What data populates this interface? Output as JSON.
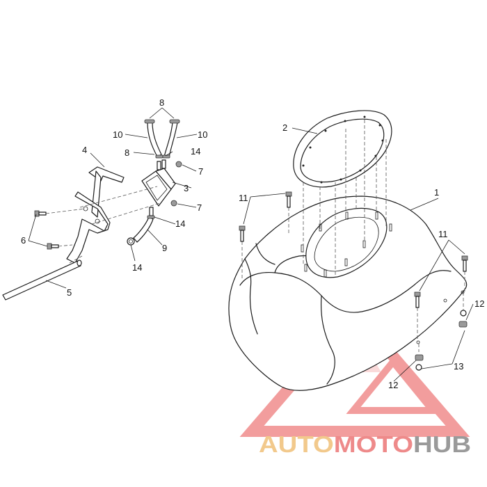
{
  "callouts": [
    {
      "id": "c1",
      "text": "1"
    },
    {
      "id": "c2",
      "text": "2"
    },
    {
      "id": "c3",
      "text": "3"
    },
    {
      "id": "c4",
      "text": "4"
    },
    {
      "id": "c5",
      "text": "5"
    },
    {
      "id": "c6",
      "text": "6"
    },
    {
      "id": "c7a",
      "text": "7"
    },
    {
      "id": "c7b",
      "text": "7"
    },
    {
      "id": "c8a",
      "text": "8"
    },
    {
      "id": "c8b",
      "text": "8"
    },
    {
      "id": "c9",
      "text": "9"
    },
    {
      "id": "c10a",
      "text": "10"
    },
    {
      "id": "c10b",
      "text": "10"
    },
    {
      "id": "c11a",
      "text": "11"
    },
    {
      "id": "c11b",
      "text": "11"
    },
    {
      "id": "c12a",
      "text": "12"
    },
    {
      "id": "c12b",
      "text": "12"
    },
    {
      "id": "c13",
      "text": "13"
    },
    {
      "id": "c14a",
      "text": "14"
    },
    {
      "id": "c14b",
      "text": "14"
    },
    {
      "id": "c14c",
      "text": "14"
    }
  ],
  "watermark": {
    "word_auto": "AUTO",
    "word_moto": "MOTO",
    "word_hub": "HUB",
    "colors": {
      "auto": "#f2c98c",
      "moto": "#ee8a8a",
      "hub": "#9a9a9a",
      "logo": "#f08c8c"
    }
  }
}
